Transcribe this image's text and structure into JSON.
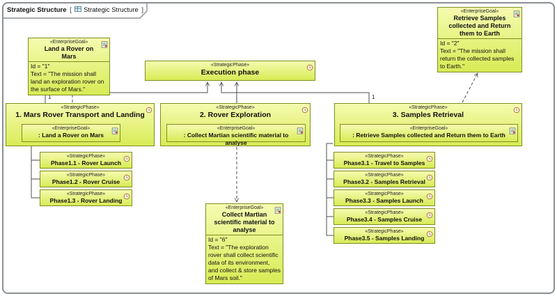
{
  "frame": {
    "title": "Strategic Structure",
    "bracket_open": "[",
    "bracket_close": "]",
    "context": "Strategic Structure"
  },
  "edges": {
    "mult_left": "1",
    "mult_right": "1"
  },
  "colors": {
    "node_fill_top": "#f5fbb0",
    "node_fill_bottom": "#d8eb55",
    "node_border": "#7e8e20",
    "edge": "#4d4d4d",
    "frame_border": "#8a8f94"
  },
  "nodes": {
    "goal_land": {
      "stereotype": "«EnterpriseGoal»",
      "name": "Land a Rover on Mars",
      "note": "Id = \"1\"\nText = \"The mission shall land an exploration rover on the surface of Mars.\""
    },
    "goal_retrieve": {
      "stereotype": "«EnterpriseGoal»",
      "name": "Retrieve Samples collected and Return them to Earth",
      "note": "Id = \"2\"\nText = \"The mission shall return the collected samples to Earth.\""
    },
    "goal_collect": {
      "stereotype": "«EnterpriseGoal»",
      "name": "Collect Martian scientific material to analyse",
      "note": "Id = \"6\"\nText = \"The exploration rover shall collect scientific data of its environment, and collect & store samples of Mars soil.\""
    },
    "execution": {
      "stereotype": "«StrategicPhase»",
      "name": "Execution phase"
    },
    "phase1": {
      "stereotype": "«StrategicPhase»",
      "name": "1. Mars Rover Transport and Landing",
      "goal": {
        "stereotype": "«EnterpriseGoal»",
        "name": ": Land a Rover on Mars"
      }
    },
    "phase2": {
      "stereotype": "«StrategicPhase»",
      "name": "2. Rover Exploration",
      "goal": {
        "stereotype": "«EnterpriseGoal»",
        "name": ": Collect Martian scientific material  to analyse"
      }
    },
    "phase3": {
      "stereotype": "«StrategicPhase»",
      "name": "3. Samples Retrieval",
      "goal": {
        "stereotype": "«EnterpriseGoal»",
        "name": ": Retrieve Samples collected and Return them to Earth"
      }
    },
    "phase1_children": [
      {
        "stereotype": "«StrategicPhase»",
        "name": "Phase1.1 - Rover Launch"
      },
      {
        "stereotype": "«StrategicPhase»",
        "name": "Phase1.2 - Rover Cruise"
      },
      {
        "stereotype": "«StrategicPhase»",
        "name": "Phase1.3 - Rover Landing"
      }
    ],
    "phase3_children": [
      {
        "stereotype": "«StrategicPhase»",
        "name": "Phase3.1 - Travel to Samples"
      },
      {
        "stereotype": "«StrategicPhase»",
        "name": "Phase3.2 - Samples Retrieval"
      },
      {
        "stereotype": "«StrategicPhase»",
        "name": "Phase3.3 - Samples Launch"
      },
      {
        "stereotype": "«StrategicPhase»",
        "name": "Phase3.4 - Samples Cruise"
      },
      {
        "stereotype": "«StrategicPhase»",
        "name": "Phase3.5 - Samples Landing"
      }
    ]
  }
}
